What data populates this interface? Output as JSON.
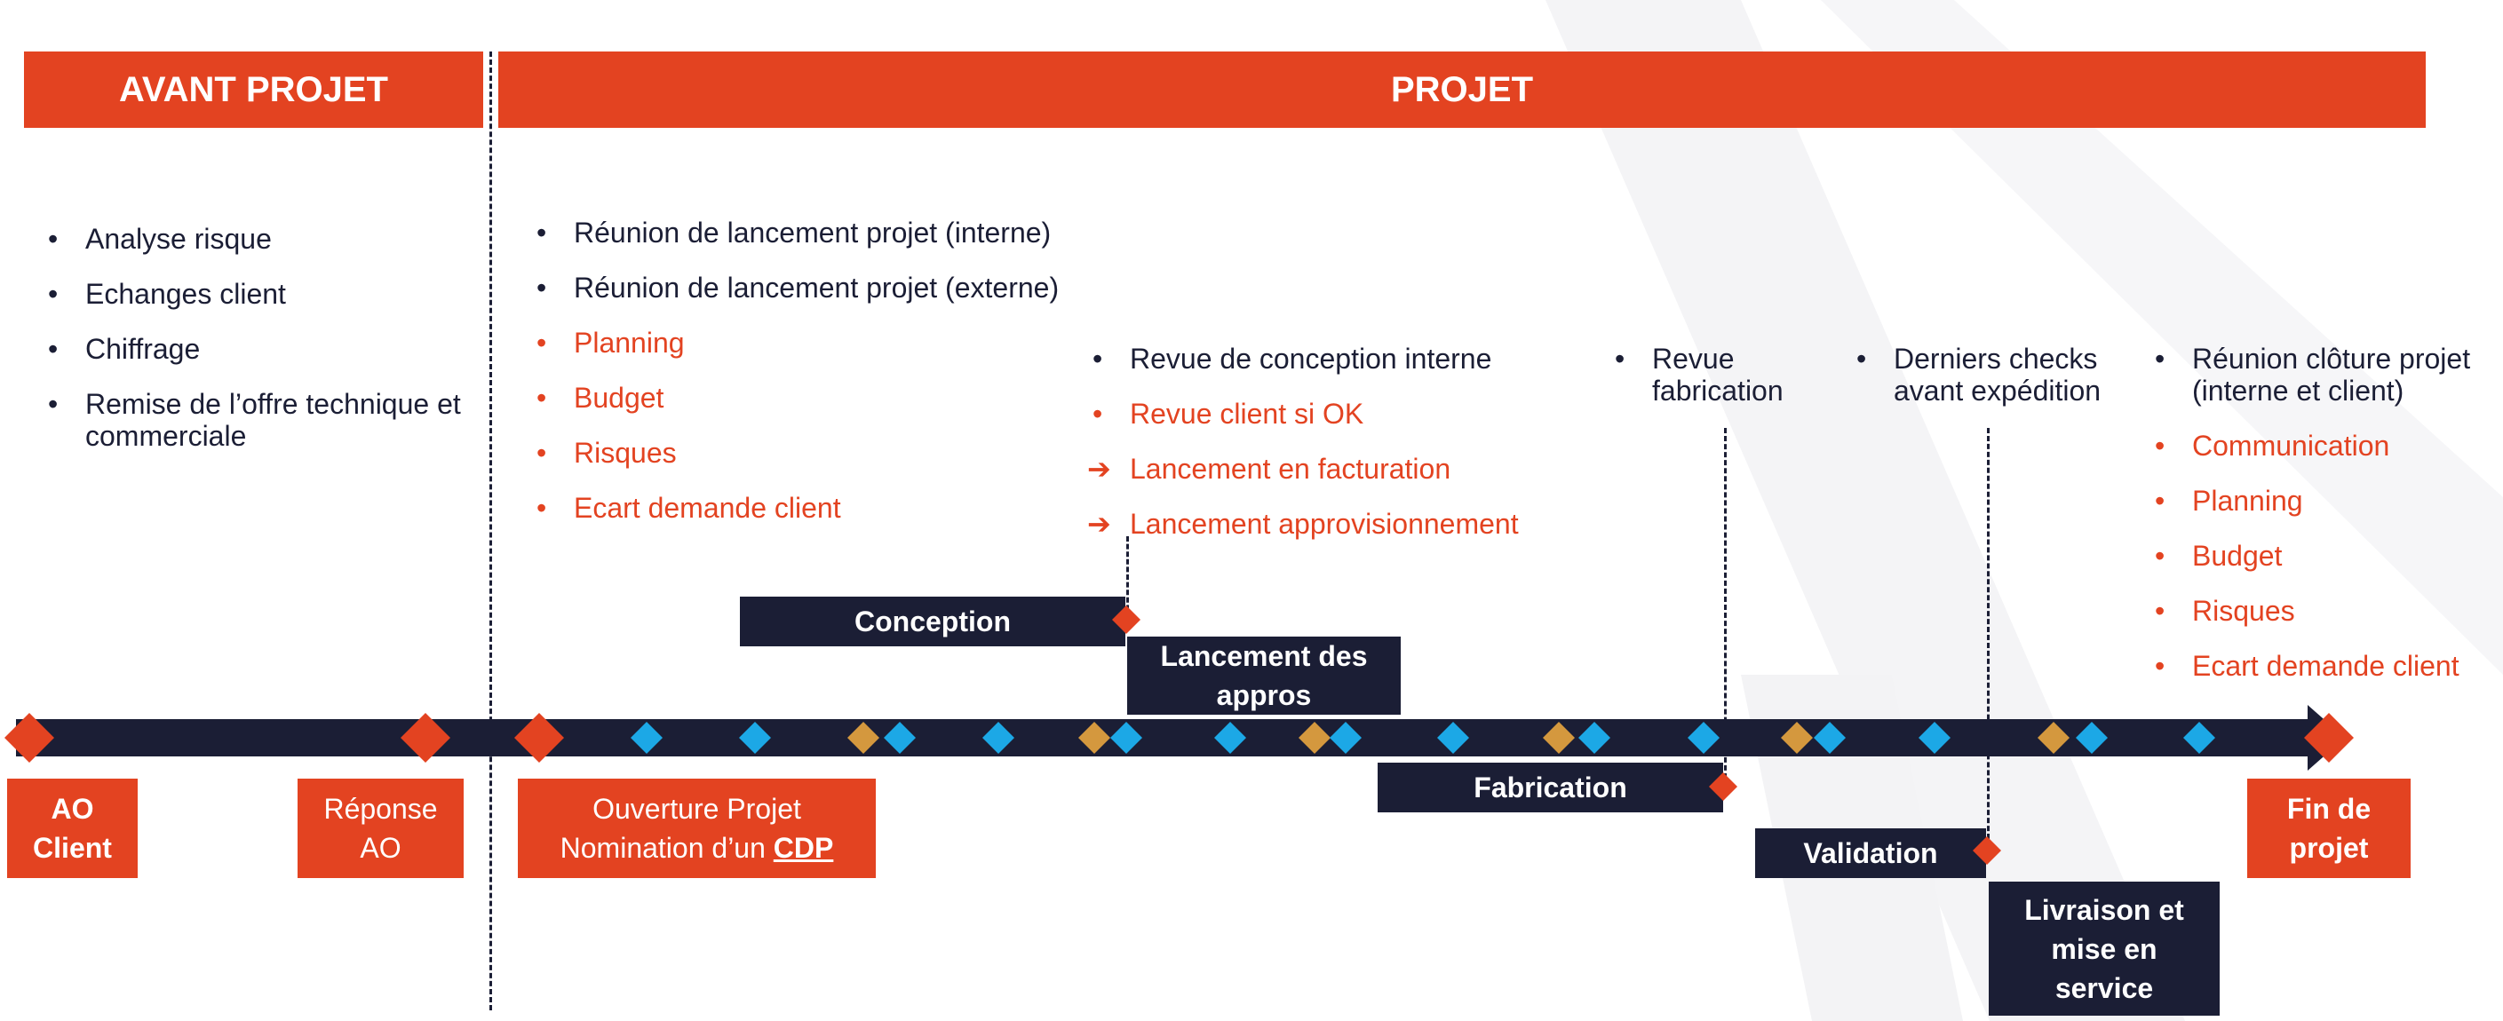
{
  "colors": {
    "orange": "#e34321",
    "navy": "#1b1e35",
    "blue": "#1ca8e6",
    "gold": "#d4983e"
  },
  "headers": {
    "avant": "AVANT PROJET",
    "projet": "PROJET"
  },
  "avant_list": [
    {
      "text": "Analyse risque",
      "color": "dark"
    },
    {
      "text": "Echanges client",
      "color": "dark"
    },
    {
      "text": "Chiffrage",
      "color": "dark"
    },
    {
      "text": "Remise de l’offre technique et commerciale",
      "color": "dark"
    }
  ],
  "projet_list": [
    {
      "text": "Réunion de lancement projet (interne)",
      "color": "dark"
    },
    {
      "text": "Réunion de lancement projet (externe)",
      "color": "dark"
    },
    {
      "text": "Planning",
      "color": "orange"
    },
    {
      "text": "Budget",
      "color": "orange"
    },
    {
      "text": "Risques",
      "color": "orange"
    },
    {
      "text": "Ecart demande client",
      "color": "orange"
    }
  ],
  "conception_list": [
    {
      "text": "Revue de conception interne",
      "color": "dark",
      "marker": "bullet"
    },
    {
      "text": "Revue client si OK",
      "color": "orange",
      "marker": "bullet"
    },
    {
      "text": "Lancement en facturation",
      "color": "orange",
      "marker": "arrow"
    },
    {
      "text": "Lancement approvisionnement",
      "color": "orange",
      "marker": "arrow"
    }
  ],
  "fabrication_list": [
    {
      "text": "Revue fabrication",
      "color": "dark"
    }
  ],
  "checks_list": [
    {
      "text": "Derniers checks avant expédition",
      "color": "dark"
    }
  ],
  "cloture_list": [
    {
      "text": "Réunion clôture projet (interne et client)",
      "color": "dark"
    },
    {
      "text": "Communication",
      "color": "orange"
    },
    {
      "text": "Planning",
      "color": "orange"
    },
    {
      "text": "Budget",
      "color": "orange"
    },
    {
      "text": "Risques",
      "color": "orange"
    },
    {
      "text": "Ecart demande client",
      "color": "orange"
    }
  ],
  "milestones": {
    "ao_client_1": "AO",
    "ao_client_2": "Client",
    "reponse_1": "Réponse",
    "reponse_2": "AO",
    "ouverture_1": "Ouverture Projet",
    "ouverture_2": "Nomination d’un ",
    "ouverture_cdp": "CDP",
    "fin_1": "Fin de",
    "fin_2": "projet"
  },
  "phases": {
    "conception": "Conception",
    "lancement_1": "Lancement des",
    "lancement_2": "appros",
    "fabrication": "Fabrication",
    "validation": "Validation",
    "livraison_1": "Livraison et",
    "livraison_2": "mise en",
    "livraison_3": "service"
  },
  "timeline_markers": [
    {
      "kind": "start",
      "color": "orange"
    },
    {
      "kind": "reponse",
      "color": "orange"
    },
    {
      "kind": "ouverture",
      "color": "orange"
    },
    {
      "kind": "tick",
      "color": "blue"
    },
    {
      "kind": "tick",
      "color": "blue"
    },
    {
      "kind": "tick",
      "color": "gold"
    },
    {
      "kind": "tick",
      "color": "blue"
    },
    {
      "kind": "tick",
      "color": "blue"
    },
    {
      "kind": "tick",
      "color": "gold"
    },
    {
      "kind": "tick",
      "color": "blue"
    },
    {
      "kind": "tick",
      "color": "blue"
    },
    {
      "kind": "tick",
      "color": "gold"
    },
    {
      "kind": "tick",
      "color": "blue"
    },
    {
      "kind": "tick",
      "color": "blue"
    },
    {
      "kind": "tick",
      "color": "gold"
    },
    {
      "kind": "tick",
      "color": "blue"
    },
    {
      "kind": "tick",
      "color": "blue"
    },
    {
      "kind": "tick",
      "color": "gold"
    },
    {
      "kind": "tick",
      "color": "blue"
    },
    {
      "kind": "tick",
      "color": "blue"
    },
    {
      "kind": "tick",
      "color": "gold"
    },
    {
      "kind": "tick",
      "color": "blue"
    },
    {
      "kind": "tick",
      "color": "blue"
    },
    {
      "kind": "end",
      "color": "orange"
    }
  ]
}
